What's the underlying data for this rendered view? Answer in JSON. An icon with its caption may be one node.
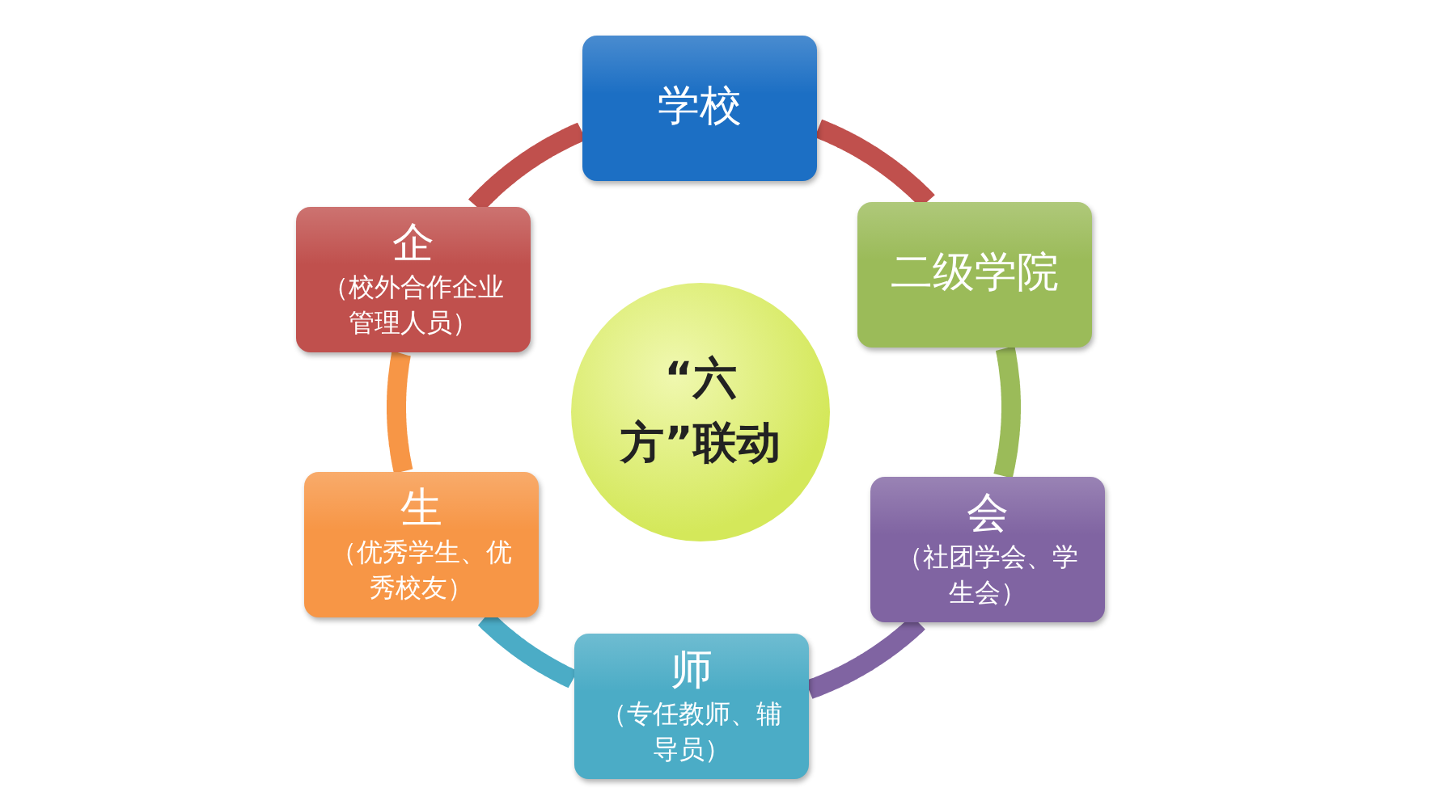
{
  "diagram": {
    "nodes": [
      {
        "text": [
          "学校"
        ]
      },
      {
        "text": [
          "二级学院"
        ]
      },
      {
        "text": [
          "会",
          "（社团学会、学生会）"
        ]
      },
      {
        "text": [
          "师",
          "（专任教师、辅导员）"
        ]
      },
      {
        "text": [
          "生",
          "（优秀学生、优秀校友）"
        ]
      },
      {
        "text": [
          "企",
          "（校外合作企业管理人员）"
        ]
      },
      {
        "text": [
          "“六方”联动"
        ]
      }
    ],
    "edges": [
      {
        "from": 0,
        "to": 1,
        "arrow": "none",
        "color": "#c0504d"
      },
      {
        "from": 1,
        "to": 2,
        "arrow": "none",
        "color": "#9bbb59"
      },
      {
        "from": 2,
        "to": 3,
        "arrow": "none",
        "color": "#8064a2"
      },
      {
        "from": 3,
        "to": 4,
        "arrow": "none",
        "color": "#4bacc6"
      },
      {
        "from": 4,
        "to": 5,
        "arrow": "none",
        "color": "#f79646"
      },
      {
        "from": 5,
        "to": 0,
        "arrow": "none",
        "color": "#c0504d"
      }
    ]
  }
}
